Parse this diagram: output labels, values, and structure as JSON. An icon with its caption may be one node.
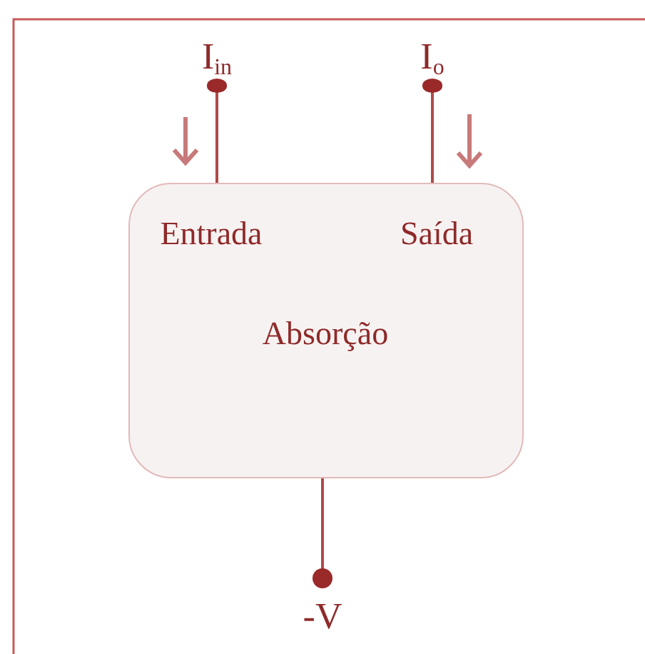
{
  "diagram": {
    "nodes": [
      {
        "text": [
          "Entrada",
          "Saída",
          "Absorção"
        ]
      },
      {
        "text": [
          "I$_{in}$"
        ]
      },
      {
        "text": [
          "I$_{o}$"
        ]
      },
      {
        "text": [
          "-V"
        ]
      }
    ],
    "edges": [
      {
        "from": 1,
        "to": 0,
        "arrow": "none"
      },
      {
        "from": 2,
        "to": 0,
        "arrow": "none"
      },
      {
        "from": 0,
        "to": 3,
        "arrow": "none"
      }
    ]
  }
}
